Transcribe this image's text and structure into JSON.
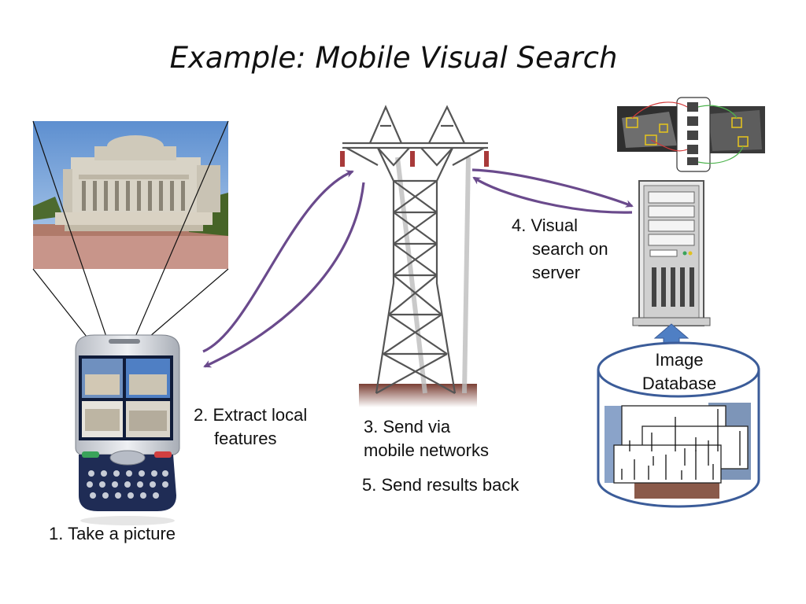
{
  "title": "Example: Mobile Visual Search",
  "steps": {
    "take_picture": "1. Take a picture",
    "extract_line1": "2. Extract local",
    "extract_line2": "features",
    "send_line1": "3. Send via",
    "send_line2": "mobile networks",
    "search_line1": "4. Visual",
    "search_line2": "search on",
    "search_line3": "server",
    "results": "5. Send results back"
  },
  "database": {
    "line1": "Image",
    "line2": "Database"
  },
  "colors": {
    "arrow": "#6a4a8c",
    "db_outline": "#3b5c99",
    "up_arrow": "#4f7fc4",
    "phone_body": "#1f2c55"
  },
  "icons": [
    "building-photo",
    "smartphone-icon",
    "transmission-tower-icon",
    "server-icon",
    "feature-match-photo",
    "database-cylinder-icon"
  ]
}
